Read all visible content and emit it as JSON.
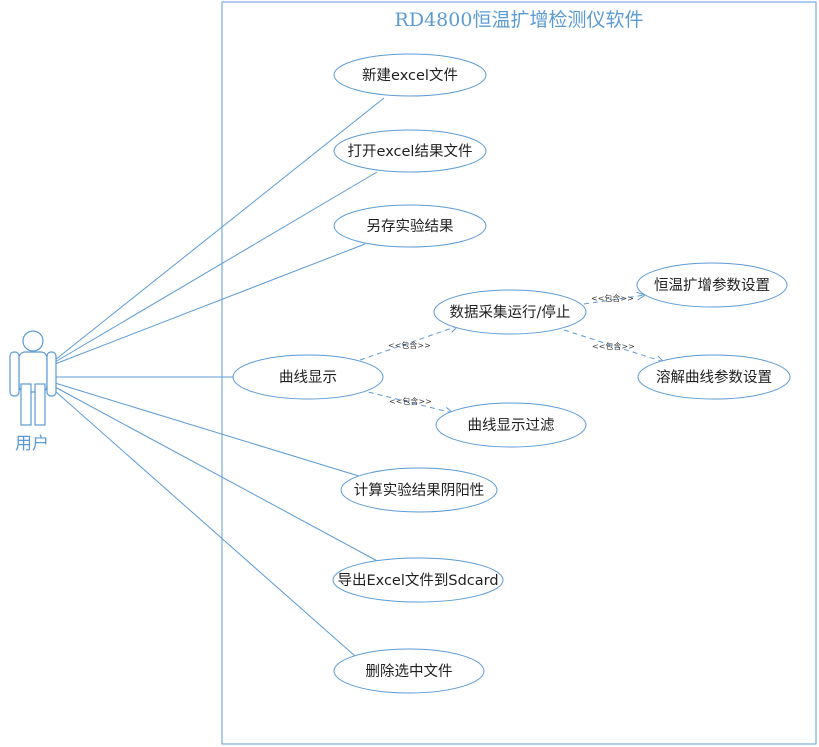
{
  "system": {
    "title": "RD4800恒温扩增检测仪软件"
  },
  "actor": {
    "label": "用户",
    "icon": "stick-figure-actor-icon"
  },
  "use_cases": {
    "new_excel": "新建excel文件",
    "open_excel": "打开excel结果文件",
    "save_as": "另存实验结果",
    "curve_display": "曲线显示",
    "calc_result": "计算实验结果阴阳性",
    "export_excel": "导出Excel文件到Sdcard",
    "delete_file": "删除选中文件",
    "data_acq": "数据采集运行/停止",
    "curve_filter": "曲线显示过滤",
    "amp_params": "恒温扩增参数设置",
    "melt_params": "溶解曲线参数设置"
  },
  "relations": {
    "include_1": "<<包含>>",
    "include_2": "<<包含>>",
    "include_3": "<<包含>>",
    "include_4": "<<包含>>"
  },
  "colors": {
    "line": "#5b9bd5",
    "text": "#1f1f1f"
  }
}
